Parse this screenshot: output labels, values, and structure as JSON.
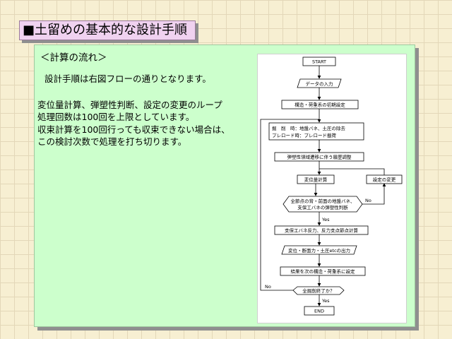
{
  "slide": {
    "title": "■土留めの基本的な設計手順",
    "heading": "＜計算の流れ＞",
    "lines": [
      "設計手順は右図フローの通りとなります。",
      "変位量計算、弾塑性判断、設定の変更のループ",
      "処理回数は100回を上限としています。",
      "収束計算を100回行っても収束できない場合は、",
      "この検討次数で処理を打ち切ります。"
    ]
  },
  "flowchart": {
    "start": "START",
    "input": "データの入力",
    "initial": "構造・荷重系の初期設定",
    "excavation_1": "掘　削　時：地盤バネ、土圧の除去",
    "excavation_2": "プレロード時：プレロード載荷",
    "stiffness": "弾塑性領域遷移に伴う履歴調整",
    "displacement": "変位量計算",
    "settings_change": "設定の変更",
    "judge_1": "全節点の背・前面の地盤バネ、",
    "judge_2": "支保工バネの弾塑性判断",
    "reaction": "支保工バネ反力、反力支点節点計算",
    "output": "変位・断面力・土圧etcの出力",
    "next": "結果を次の構造・荷重系に設定",
    "all_done": "全掘削終了か？",
    "end": "END",
    "yes": "Yes",
    "no": "No"
  },
  "colors": {
    "background": "#f7efd2",
    "title_bg": "#f0d2f0",
    "panel_bg": "#ccffcc"
  }
}
